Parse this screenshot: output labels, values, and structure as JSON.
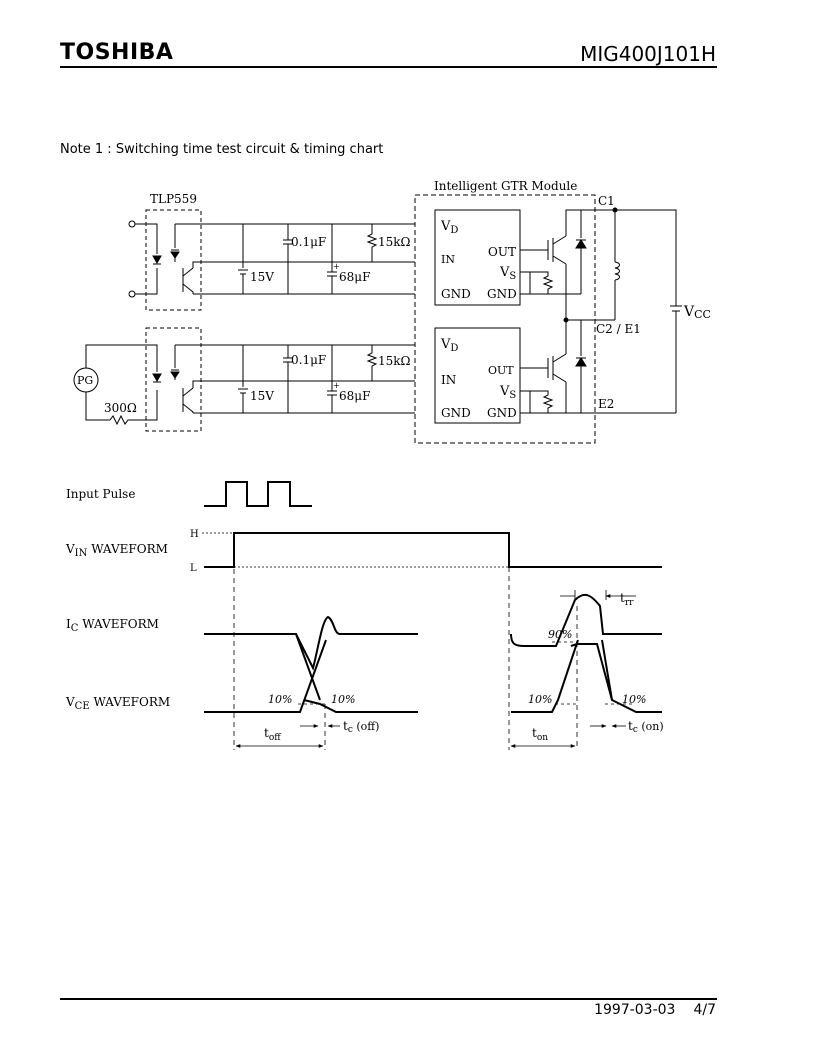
{
  "header": {
    "brand": "TOSHIBA",
    "part_number": "MIG400J101H"
  },
  "note": "Note 1 : Switching time test circuit & timing chart",
  "circuit": {
    "module_title": "Intelligent GTR Module",
    "optocoupler": "TLP559",
    "pulse_gen": "PG",
    "resistor_in": "300Ω",
    "cap_small": "0.1μF",
    "resistor_pull": "15kΩ",
    "supply": "15V",
    "cap_large": "68μF",
    "pin_vd": "V",
    "pin_vd_sub": "D",
    "pin_in": "IN",
    "pin_gnd_left": "GND",
    "pin_out": "OUT",
    "pin_vs": "V",
    "pin_vs_sub": "S",
    "pin_gnd_right": "GND",
    "terminal_c1": "C1",
    "terminal_c2e1": "C2 / E1",
    "terminal_e2": "E2",
    "vcc": "V",
    "vcc_sub": "CC"
  },
  "timing": {
    "input_pulse": "Input Pulse",
    "vin_label": "V",
    "vin_sub": "IN",
    "vin_rest": " WAVEFORM",
    "level_h": "H",
    "level_l": "L",
    "ic_label": "I",
    "ic_sub": "C",
    "ic_rest": " WAVEFORM",
    "vce_label": "V",
    "vce_sub": "CE",
    "vce_rest": " WAVEFORM",
    "pct10": "10%",
    "pct90": "90%",
    "t": "t",
    "toff_sub": "off",
    "ton_sub": "on",
    "trr_sub": "rr",
    "tc_sub": "c",
    "tcoff_rest": " (off)",
    "tcon_rest": " (on)"
  },
  "footer": {
    "date": "1997-03-03",
    "page": "4/7"
  }
}
